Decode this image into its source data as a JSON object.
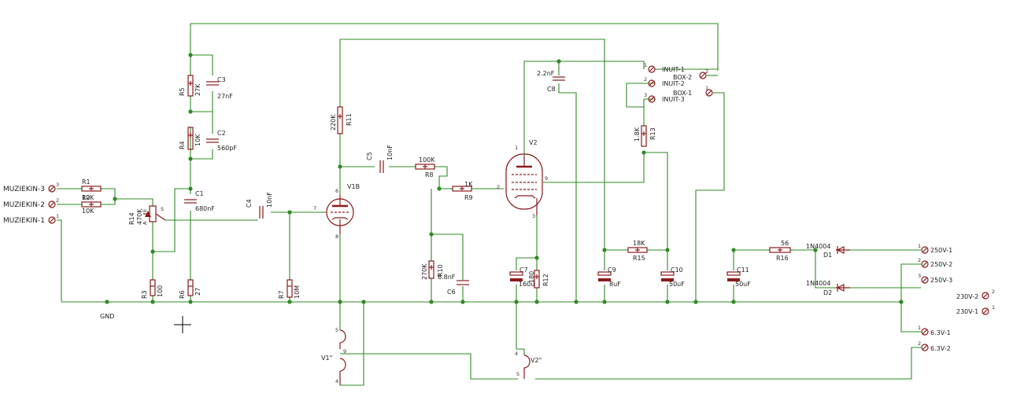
{
  "labels": {
    "muz3": "MUZIEKIN-3",
    "muz2": "MUZIEKIN-2",
    "muz1": "MUZIEKIN-1",
    "p3": "3",
    "p2": "2",
    "p1": "1",
    "r1": "R1",
    "r1v": "10K",
    "r2": "R2",
    "r2v": "10K",
    "r14": "R14",
    "r14v": "470K",
    "r14a": "A",
    "r14e": "E",
    "r14s": "S",
    "r3": "R3",
    "r3v": "100",
    "gnd": "GND",
    "r5": "R5",
    "r5v": "27K",
    "c3": "C3",
    "c3v": "27nF",
    "r4": "R4",
    "r4v": "10K",
    "c2": "C2",
    "c2v": "560pF",
    "c1": "C1",
    "c1v": "680nF",
    "r6": "R6",
    "r6v": "27",
    "c4": "C4",
    "c4v": "10nF",
    "r7": "R7",
    "r7v": "10M",
    "v1b": "V1B",
    "v1pins": "6",
    "v1pin7": "7",
    "v1pin8": "8",
    "r11v": "220K",
    "r11": "R11",
    "c5": "C5",
    "c5v": "10nF",
    "r8": "R8",
    "r8v": "100K",
    "r9": "R9",
    "r9v": "1K",
    "r10": "R10",
    "r10v": "270K",
    "c6": "C6",
    "c6v": "6.8nF",
    "v2": "V2",
    "v2p1": "1",
    "v2p2": "2",
    "v2p3": "3",
    "v2p9": "9",
    "c8": "C8",
    "c8v": "2.2nF",
    "c7": "C7",
    "c7v": "160u",
    "r12": "R12",
    "r12v": "180",
    "c9": "C9",
    "c9v": "8uF",
    "r15": "R15",
    "r15v": "18K",
    "c10": "C10",
    "c10v": "50uF",
    "r13": "R13",
    "r13v": "1.8K",
    "in1": "INUIT-1",
    "in2": "INUIT-2",
    "in3": "INUIT-3",
    "box2": "BOX-2",
    "box1": "BOX-1",
    "c11": "C11",
    "c11v": "50uF",
    "r16": "R16",
    "r16v": "56",
    "d1": "D1",
    "d1v": "1N4004",
    "d2": "D2",
    "d2v": "1N4004",
    "v250_1": "250V-1",
    "v250_2": "250V-2",
    "v250_3": "250V-3",
    "v230_2": "230V-2",
    "v230_1": "230V-1",
    "v63_1": "6.3V-1",
    "v63_2": "6.3V-2",
    "v1h": "V1\"",
    "v2h": "V2\"",
    "h5": "5",
    "h4": "4",
    "h9": "9"
  },
  "colors": {
    "wire": "#2e8b22",
    "symbol": "#8b1a1a",
    "background": "#ffffff"
  }
}
